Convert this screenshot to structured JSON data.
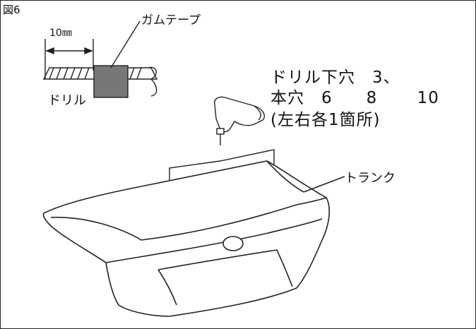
{
  "figure_label": "図6",
  "dimension_label": "10㎜",
  "tape_label": "ガムテープ",
  "drill_label": "ドリル",
  "instructions": {
    "line1": "ドリル下穴　3、",
    "line2": "本穴　6　　8　　 10",
    "line3": "(左右各1箇所)"
  },
  "trunk_label": "トランク"
}
